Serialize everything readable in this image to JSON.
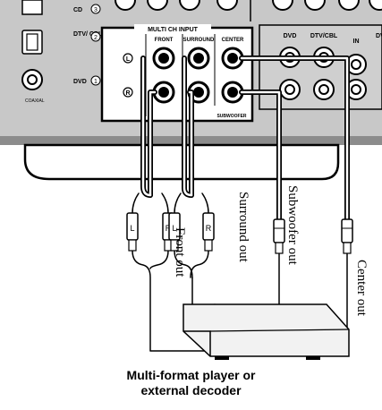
{
  "panel": {
    "row_labels": [
      "CD",
      "DTV/ CBL",
      "DVD",
      "COAXIAL"
    ],
    "row_numbers": [
      "3",
      "2",
      "1"
    ],
    "multi_ch_title": "MULTI CH INPUT",
    "columns": [
      "FRONT",
      "SURROUND",
      "CENTER"
    ],
    "subwoofer_label": "SUBWOOFER",
    "channel_left": "L",
    "channel_right": "R",
    "right_labels": [
      "DVD",
      "DTV/CBL",
      "IN",
      "DV"
    ]
  },
  "plugs": {
    "left": "L",
    "right": "R"
  },
  "cable_labels": {
    "front": "Front out",
    "surround": "Surround out",
    "subwoofer": "Subwoofer out",
    "center": "Center out"
  },
  "device": {
    "caption_line1": "Multi-format player or",
    "caption_line2": "external decoder"
  },
  "colors": {
    "panel_gray": "#c8c8c8",
    "panel_dark": "#8c8c8c",
    "line": "#000000",
    "box_fill": "#f2f2f2"
  }
}
